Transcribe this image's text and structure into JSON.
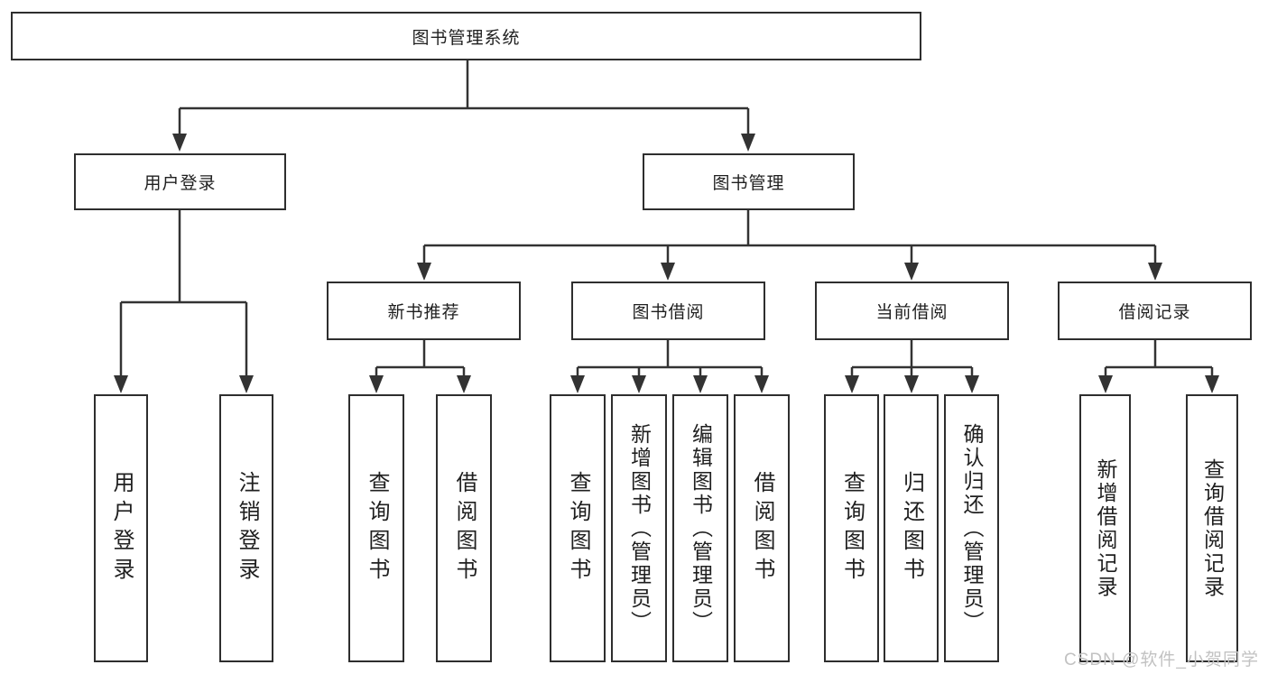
{
  "colors": {
    "line": "#333333",
    "box_border": "#2e2e2e",
    "text": "#1f1f1f",
    "watermark_text": "#c2c2c2",
    "background": "#ffffff"
  },
  "watermark": "CSDN @软件_小贺同学",
  "tree": {
    "root": {
      "label": "图书管理系统",
      "children": [
        {
          "label": "用户登录",
          "children": [
            {
              "label": "用户登录"
            },
            {
              "label": "注销登录"
            }
          ]
        },
        {
          "label": "图书管理",
          "children": [
            {
              "label": "新书推荐",
              "children": [
                {
                  "label": "查询图书"
                },
                {
                  "label": "借阅图书"
                }
              ]
            },
            {
              "label": "图书借阅",
              "children": [
                {
                  "label": "查询图书"
                },
                {
                  "label": "新增图书（管理员）"
                },
                {
                  "label": "编辑图书（管理员）"
                },
                {
                  "label": "借阅图书"
                }
              ]
            },
            {
              "label": "当前借阅",
              "children": [
                {
                  "label": "查询图书"
                },
                {
                  "label": "归还图书"
                },
                {
                  "label": "确认归还（管理员）"
                }
              ]
            },
            {
              "label": "借阅记录",
              "children": [
                {
                  "label": "新增借阅记录"
                },
                {
                  "label": "查询借阅记录"
                }
              ]
            }
          ]
        }
      ]
    }
  }
}
